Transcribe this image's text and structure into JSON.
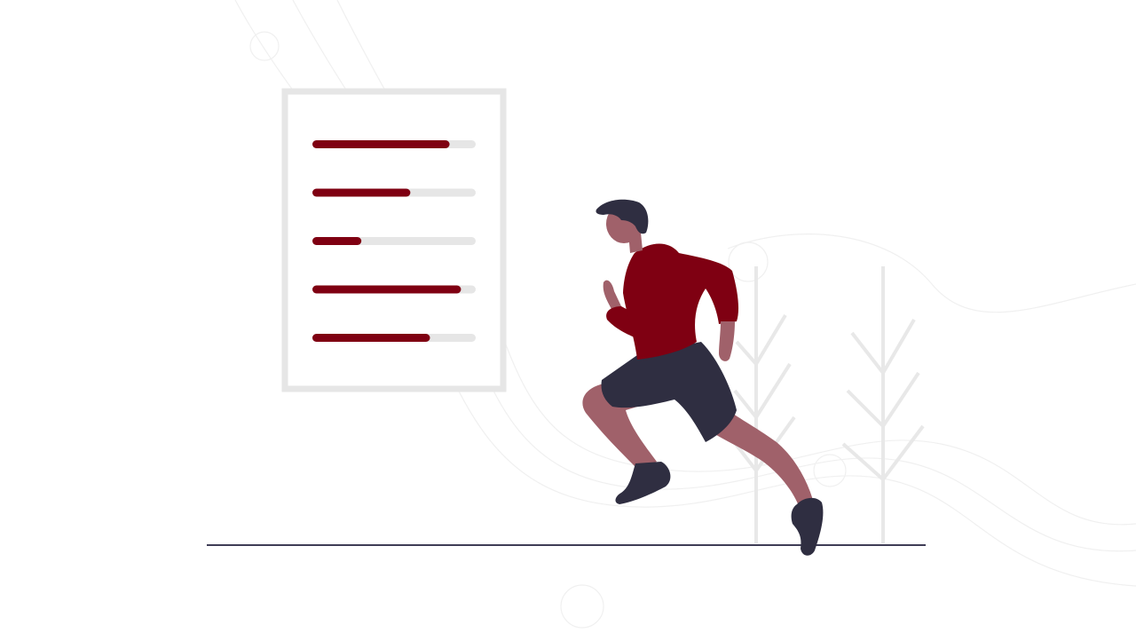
{
  "colors": {
    "accent": "#7f0012",
    "track": "#e6e6e6",
    "frame": "#e6e6e6",
    "skin": "#a0616a",
    "dark": "#2f2e41",
    "ground": "#3f3d56",
    "decor": "#f2f2f2"
  },
  "progress_bars": [
    {
      "value": 0.84
    },
    {
      "value": 0.6
    },
    {
      "value": 0.3
    },
    {
      "value": 0.91
    },
    {
      "value": 0.72
    }
  ]
}
